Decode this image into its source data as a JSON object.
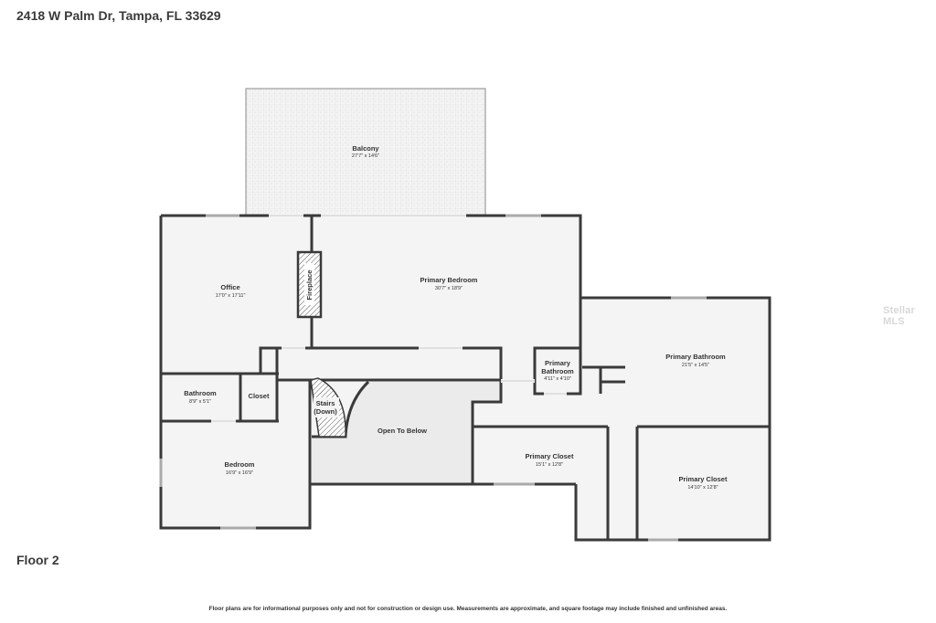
{
  "header": {
    "address": "2418 W Palm Dr, Tampa, FL 33629"
  },
  "floor_label": "Floor 2",
  "disclaimer": "Floor plans are for informational purposes only and not for construction or design use. Measurements are approximate, and square footage may include finished and unfinished areas.",
  "watermark": "Stellar MLS",
  "rooms": {
    "balcony": {
      "name": "Balcony",
      "dim": "27'7\" x 14'6\""
    },
    "office": {
      "name": "Office",
      "dim": "17'0\" x 17'11\""
    },
    "fireplace": {
      "name": "Fireplace"
    },
    "primary_bedroom": {
      "name": "Primary Bedroom",
      "dim": "30'7\" x 18'9\""
    },
    "primary_bathroom": {
      "name": "Primary Bathroom",
      "dim": "21'5\" x 14'5\""
    },
    "primary_bathroom_small": {
      "name_line1": "Primary",
      "name_line2": "Bathroom",
      "dim": "4'11\" x 4'10\""
    },
    "bathroom": {
      "name": "Bathroom",
      "dim": "8'9\" x 5'1\""
    },
    "closet": {
      "name": "Closet"
    },
    "stairs": {
      "name_line1": "Stairs",
      "name_line2": "(Down)"
    },
    "open_to_below": {
      "name": "Open To Below"
    },
    "bedroom": {
      "name": "Bedroom",
      "dim": "16'9\" x 16'9\""
    },
    "primary_closet_1": {
      "name": "Primary Closet",
      "dim": "15'1\" x 12'8\""
    },
    "primary_closet_2": {
      "name": "Primary Closet",
      "dim": "14'10\" x 12'8\""
    }
  }
}
